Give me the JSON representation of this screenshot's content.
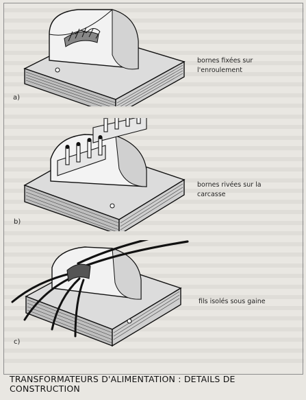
{
  "figures": {
    "a": {
      "letter": "a)",
      "caption": "bornes fixées sur l'enroulement"
    },
    "b": {
      "letter": "b)",
      "caption": "bornes rivées sur la carcasse"
    },
    "c": {
      "letter": "c)",
      "caption": "fils isolés sous gaine"
    }
  },
  "title": "TRANSFORMATEURS D'ALIMENTATION : DETAILS DE CONSTRUCTION"
}
